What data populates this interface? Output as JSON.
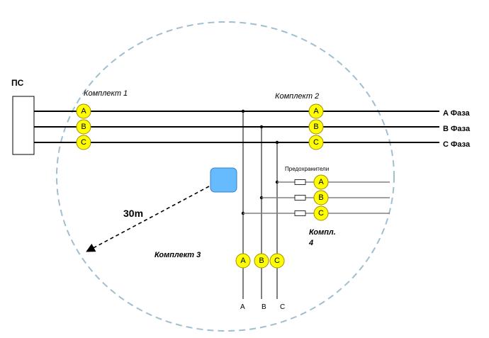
{
  "substation": {
    "label": "ПС"
  },
  "sets": {
    "set1": "Комплект 1",
    "set2": "Комплект 2",
    "set3": "Комплект 3",
    "set4_line1": "Компл.",
    "set4_line2": "4"
  },
  "phases": {
    "a": "A Фаза",
    "b": "B Фаза",
    "c": "C Фаза"
  },
  "sensor_letters": {
    "a": "A",
    "b": "B",
    "c": "C"
  },
  "fuses": {
    "label": "Предохранители"
  },
  "distance": {
    "label": "30m"
  },
  "drop_labels": {
    "a": "A",
    "b": "B",
    "c": "C"
  },
  "colors": {
    "sensor_fill": "#ffff00",
    "sensor_stroke": "#a08a00",
    "device_fill": "#66bbff",
    "device_stroke": "#3a7fc0",
    "circle_stroke": "#9fbfd0",
    "line": "#000000",
    "branch_line": "#808080"
  }
}
